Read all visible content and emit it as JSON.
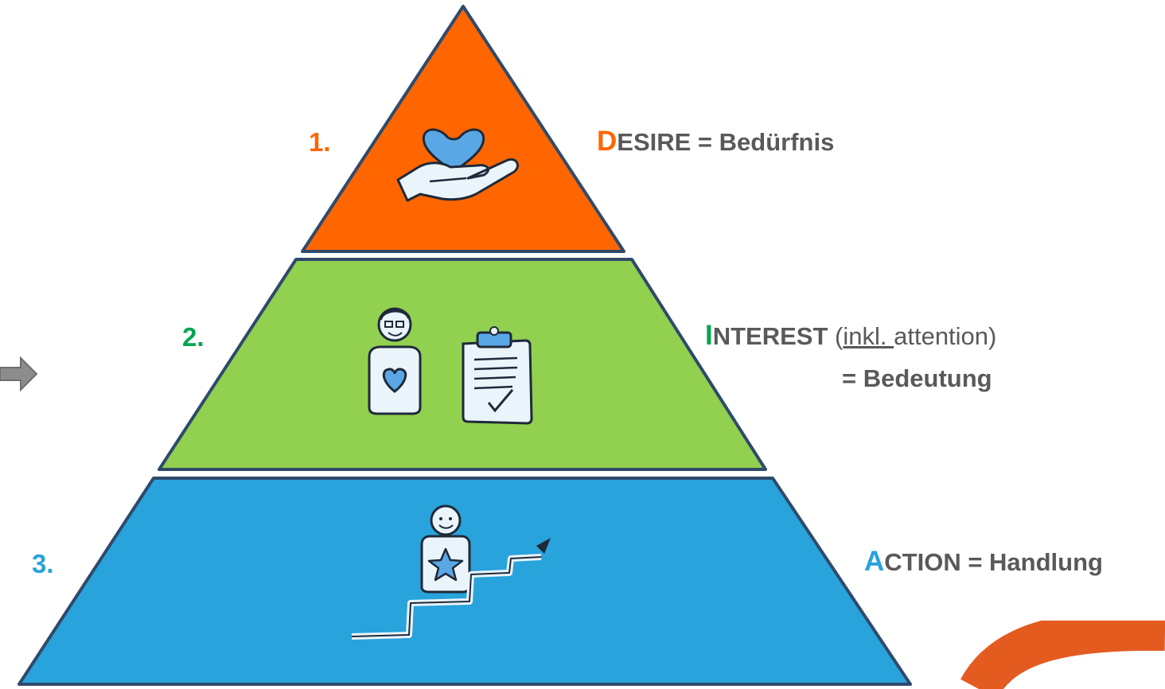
{
  "levels": [
    {
      "number": "1.",
      "initial": "D",
      "rest": "ESIRE = Bedürfnis",
      "color": "#ff6600",
      "icon": "hand-holding-heart-icon"
    },
    {
      "number": "2.",
      "initial": "I",
      "rest_bold": "NTEREST",
      "paren_open": " (",
      "paren_underlined": "inkl. ",
      "paren_rest": "attention)",
      "second_line": "= Bedeutung",
      "color": "#92d050",
      "icon": "person-heart-clipboard-icon"
    },
    {
      "number": "3.",
      "initial": "A",
      "rest": "CTION = Handlung",
      "color": "#29a3dc",
      "icon": "person-star-rising-stairs-icon"
    }
  ],
  "colors": {
    "outline": "#2f4a6b",
    "text": "#595959",
    "num1": "#ff6600",
    "num2": "#00a651",
    "num3": "#29a3dc",
    "accent_arc": "#e35b1f",
    "side_arrow": "#8c8c8c"
  },
  "icons": [
    "right-arrow-icon",
    "orange-arc-decoration"
  ]
}
